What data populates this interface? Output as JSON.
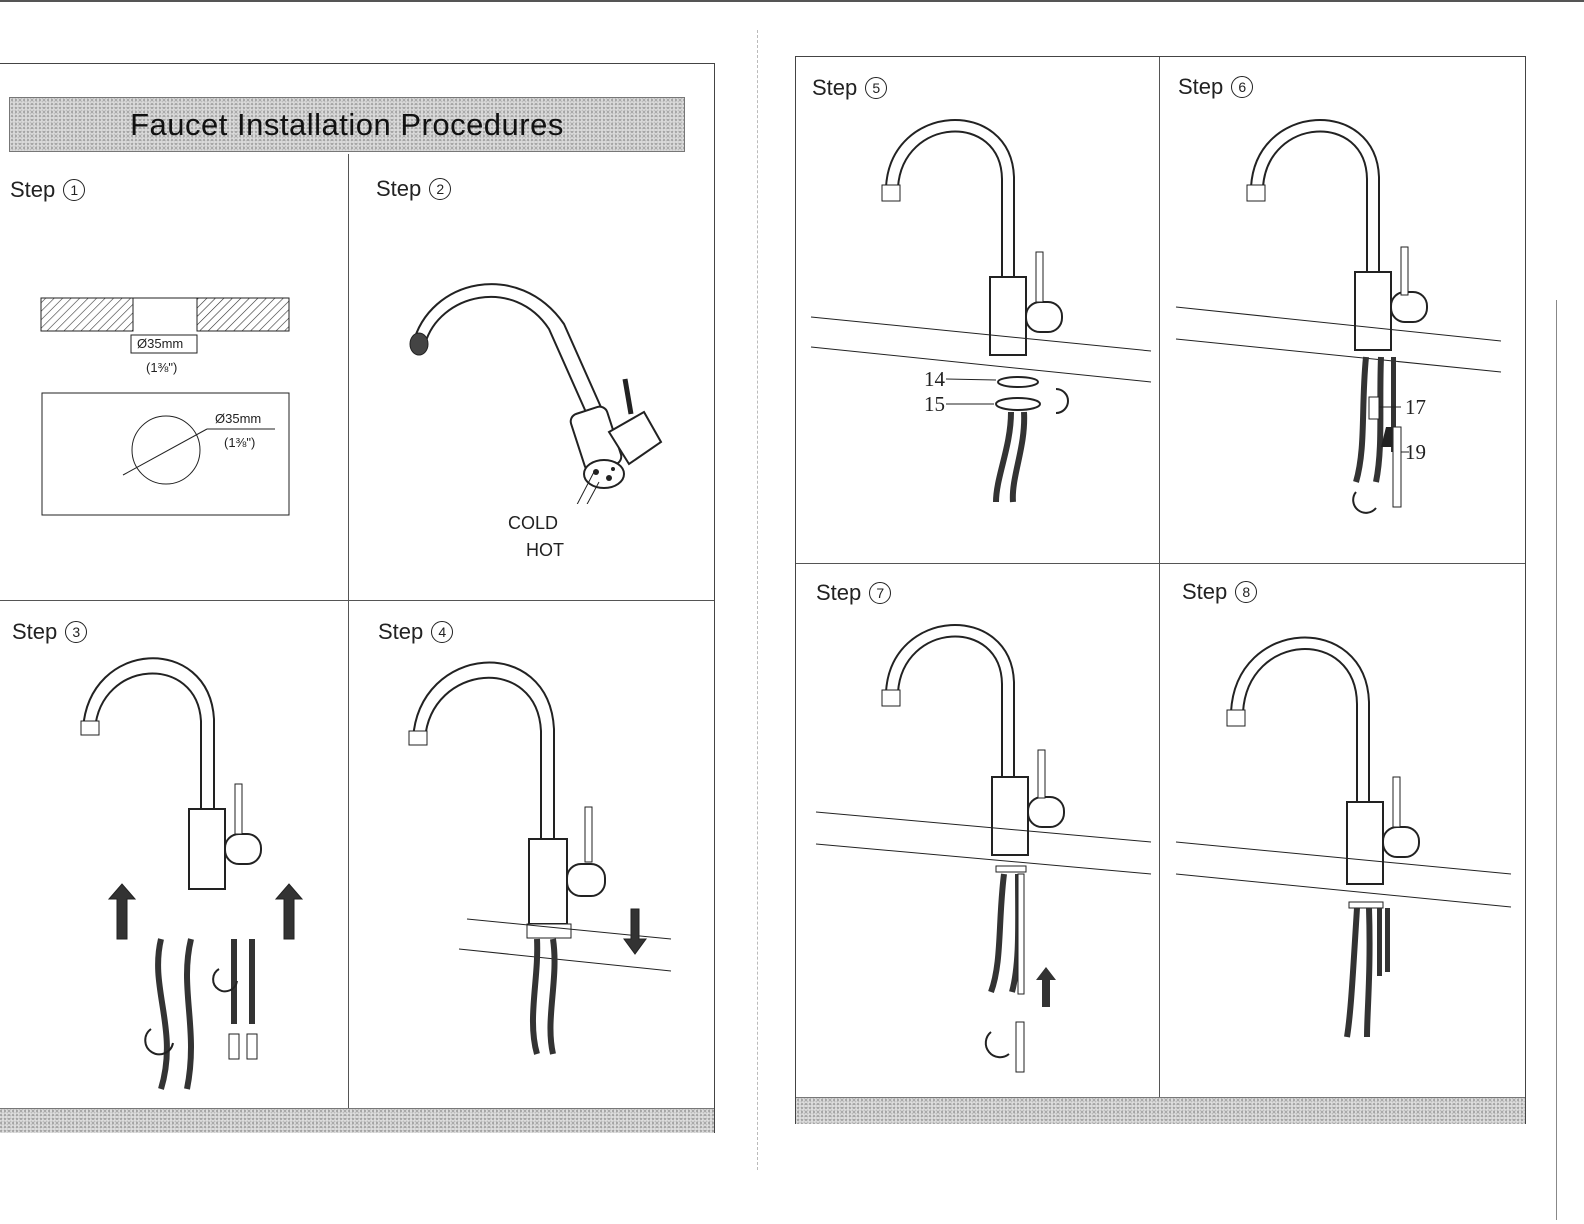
{
  "title": "Faucet Installation Procedures",
  "step_word": "Step",
  "steps": [
    {
      "number": "1",
      "circled": "①"
    },
    {
      "number": "2",
      "circled": "②"
    },
    {
      "number": "3",
      "circled": "③"
    },
    {
      "number": "4",
      "circled": "④"
    },
    {
      "number": "5",
      "circled": "⑤"
    },
    {
      "number": "6",
      "circled": "⑥"
    },
    {
      "number": "7",
      "circled": "⑦"
    },
    {
      "number": "8",
      "circled": "⑧"
    }
  ],
  "step1": {
    "hole_dim": "Ø35mm",
    "hole_dim_fraction": "(1⅜\")"
  },
  "step2": {
    "cold_label": "COLD",
    "hot_label": "HOT"
  },
  "step5": {
    "part_a": "14",
    "part_b": "15"
  },
  "step6": {
    "part_a": "17",
    "part_b": "19"
  },
  "colors": {
    "line": "#222222",
    "stipple": "#c8c8c8",
    "background": "#ffffff"
  }
}
